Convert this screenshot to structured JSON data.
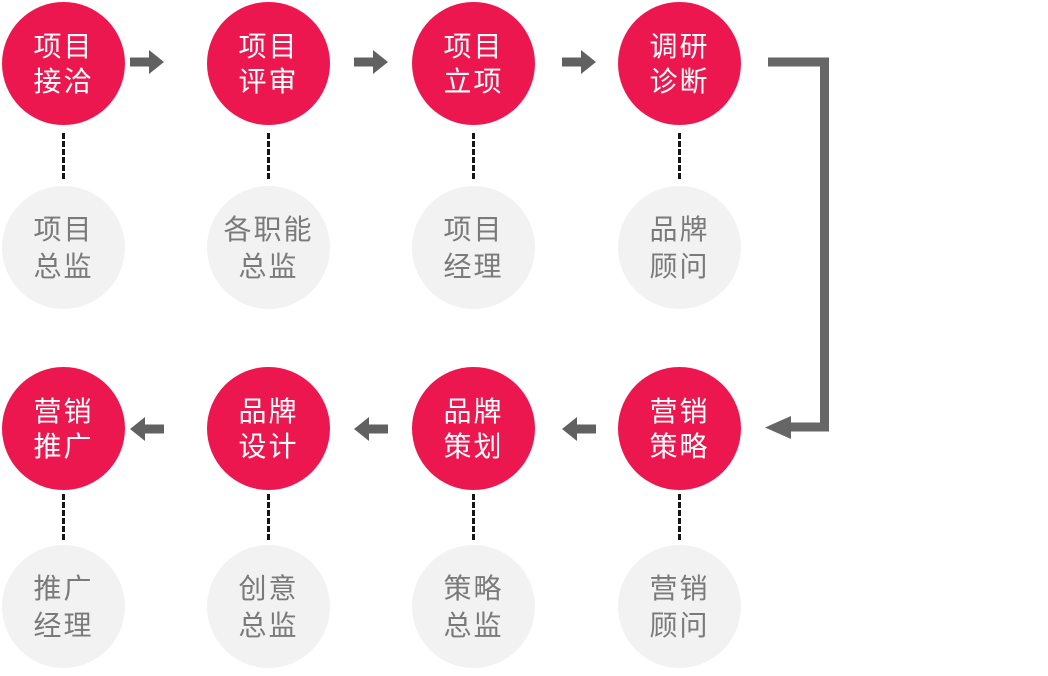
{
  "diagram": {
    "type": "process-flow",
    "direction": "top row left-to-right, elbow down on right side, bottom row right-to-left",
    "colors": {
      "stage_circle": "#ED174F",
      "stage_text": "#FFFFFF",
      "role_circle": "#F2F2F2",
      "role_text": "#7A7A7A",
      "arrow": "#616161",
      "elbow_connector": "#666666",
      "dashed_connector": "#161616",
      "background": "#FFFFFF"
    }
  },
  "flow": {
    "stages": [
      {
        "line1": "项目",
        "line2": "接洽"
      },
      {
        "line1": "项目",
        "line2": "评审"
      },
      {
        "line1": "项目",
        "line2": "立项"
      },
      {
        "line1": "调研",
        "line2": "诊断"
      },
      {
        "line1": "营销",
        "line2": "策略"
      },
      {
        "line1": "品牌",
        "line2": "策划"
      },
      {
        "line1": "品牌",
        "line2": "设计"
      },
      {
        "line1": "营销",
        "line2": "推广"
      }
    ],
    "roles": [
      {
        "line1": "项目",
        "line2": "总监"
      },
      {
        "line1": "各职能",
        "line2": "总监"
      },
      {
        "line1": "项目",
        "line2": "经理"
      },
      {
        "line1": "品牌",
        "line2": "顾问"
      },
      {
        "line1": "营销",
        "line2": "顾问"
      },
      {
        "line1": "策略",
        "line2": "总监"
      },
      {
        "line1": "创意",
        "line2": "总监"
      },
      {
        "line1": "推广",
        "line2": "经理"
      }
    ],
    "order_note": "stages index 0-7 follow process order; bottom row displays stages 7,6,5,4 left to right with roles 7,6,5,4"
  }
}
